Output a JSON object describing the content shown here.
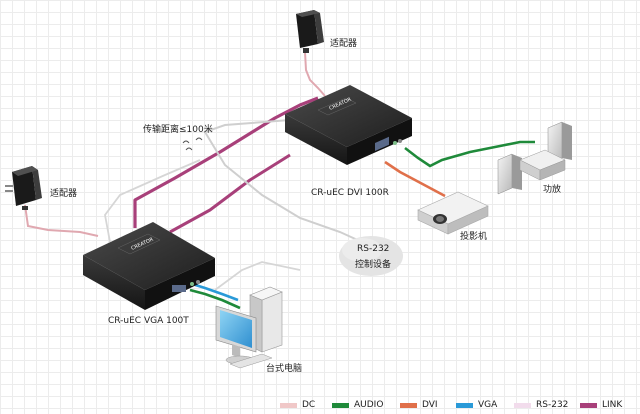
{
  "labels": {
    "adapter_top": "适配器",
    "adapter_left": "适配器",
    "distance": "传输距离≤100米",
    "receiver_model": "CR-uEC DVI 100R",
    "transmitter_model": "CR-uEC VGA 100T",
    "rs232_line1": "RS-232",
    "rs232_line2": "控制设备",
    "projector": "投影机",
    "amplifier": "功放",
    "pc": "台式电脑",
    "brand_receiver": "CREATOR",
    "brand_transmitter": "CREATOR"
  },
  "legend": [
    {
      "name": "DC",
      "color": "#f0c8c8"
    },
    {
      "name": "AUDIO",
      "color": "#1f8a3a"
    },
    {
      "name": "DVI",
      "color": "#e0704a"
    },
    {
      "name": "VGA",
      "color": "#2a9ad8"
    },
    {
      "name": "RS-232",
      "color": "#f2dcec"
    },
    {
      "name": "LINK",
      "color": "#a8407a"
    }
  ],
  "colors": {
    "dc": "#f0c8c8",
    "audio": "#1f8a3a",
    "dvi": "#e0704a",
    "vga": "#2a9ad8",
    "rs232": "#d8d8d8",
    "link": "#a8407a",
    "device_body": "#2c2c2c"
  }
}
